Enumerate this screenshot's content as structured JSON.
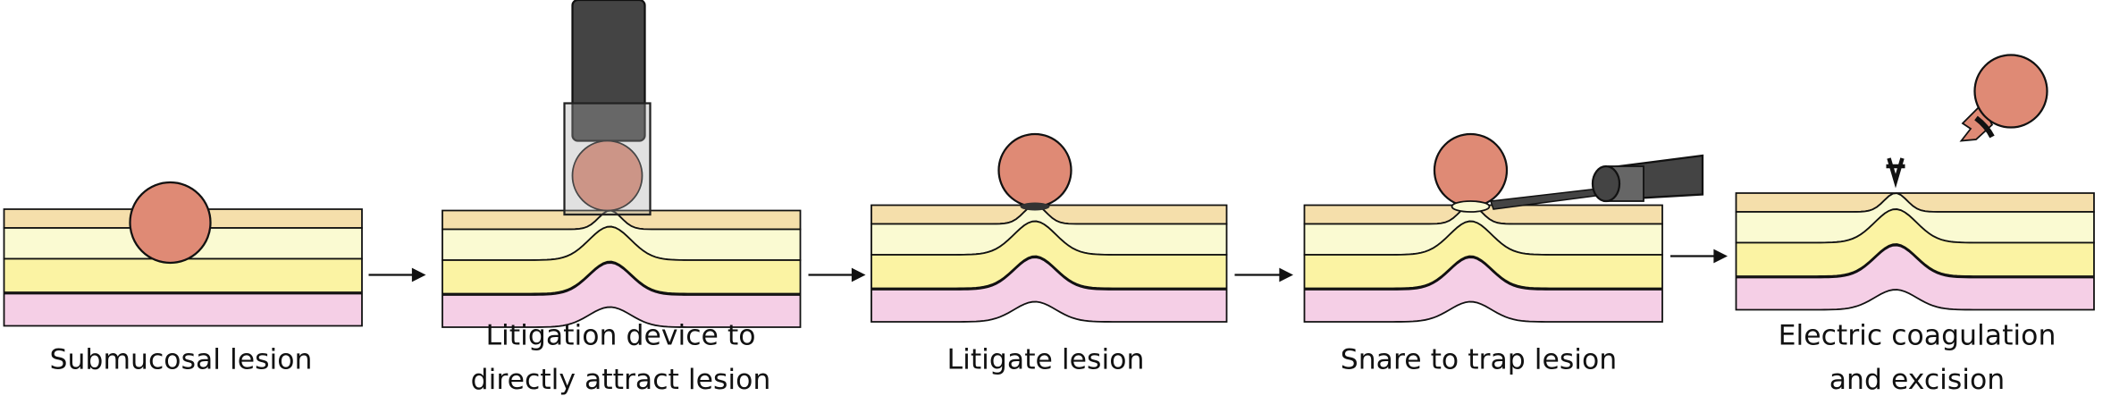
{
  "steps": [
    {
      "label_lines": [
        "Submucosal lesion"
      ]
    },
    {
      "label_lines": [
        "Litigation device to",
        "directly attract lesion"
      ]
    },
    {
      "label_lines": [
        "Litigate lesion"
      ]
    },
    {
      "label_lines": [
        "Snare to trap lesion"
      ]
    },
    {
      "label_lines": [
        "Electric coagulation",
        "and excision"
      ]
    }
  ],
  "colors": {
    "mucosa": "#f5dfab",
    "submucosa": "#fafad2",
    "muscularis": "#fbf3a3",
    "serosa": "#f5cfe6",
    "lesion": "#df8a75",
    "device": "#444444"
  }
}
